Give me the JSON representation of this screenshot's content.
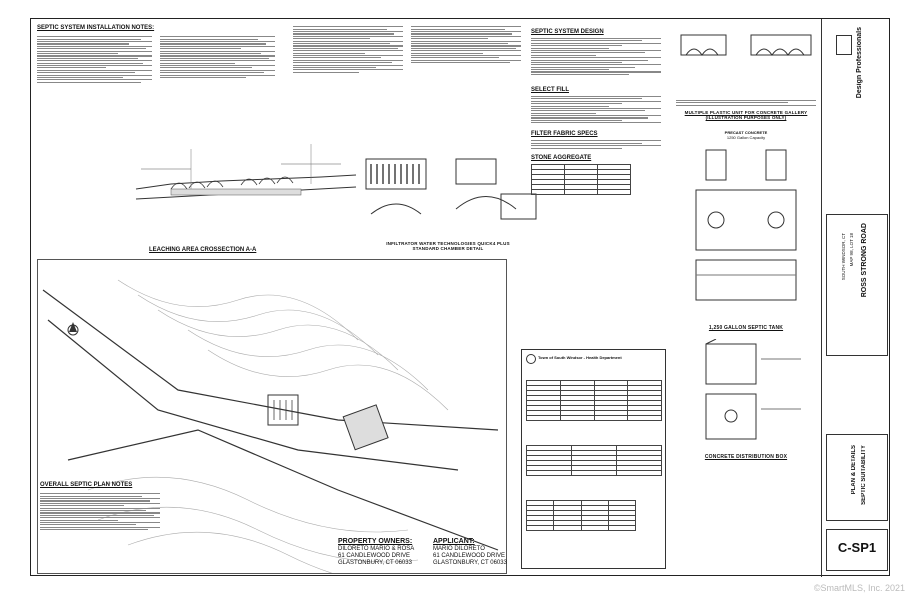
{
  "sheet": {
    "notes_install_title": "SEPTIC SYSTEM INSTALLATION NOTES:",
    "leaching_crosssection_title": "LEACHING AREA CROSSECTION A-A",
    "infiltrator_title": "INFILTRATOR WATER TECHNOLOGIES QUICK4 PLUS STANDARD CHAMBER DETAIL",
    "septic_design_title": "SEPTIC SYSTEM DESIGN",
    "select_fill_title": "SELECT FILL",
    "filter_fabric_title": "FILTER FABRIC SPECS",
    "stone_aggregate_title": "STONE AGGREGATE",
    "overall_notes_title": "OVERALL SEPTIC PLAN NOTES",
    "gallery_title": "MULTIPLE PLASTIC UNIT FOR CONCRETE GALLERY (ILLUSTRATION PURPOSES ONLY)",
    "precast_title": "PRECAST CONCRETE",
    "precast_sub": "1250 Gallon Capacity",
    "septic_tank_title": "1,250 GALLON SEPTIC TANK",
    "distribution_box_title": "CONCRETE DISTRIBUTION BOX",
    "health_dept": "Town of South Windsor - Health Department",
    "property_owners_label": "PROPERTY OWNERS:",
    "property_owners_name": "DILORETO MARIO & ROSA",
    "property_owners_addr1": "61 CANDLEWOOD DRIVE",
    "property_owners_addr2": "GLASTONBURY, CT 06033",
    "applicant_label": "APPLICANT:",
    "applicant_name": "MARIO DILORETO",
    "applicant_addr1": "61 CANDLEWOOD DRIVE",
    "applicant_addr2": "GLASTONBURY, CT 06033",
    "project_name": "ROSS STRONG ROAD",
    "project_sub1": "MAP 98, LOT 18",
    "project_sub2": "SOUTH WINDSOR, CT",
    "sheet_title1": "SEPTIC SUITABILITY",
    "sheet_title2": "PLAN & DETAILS",
    "sheet_number": "C-SP1",
    "firm_name": "Design Professionals",
    "watermark": "©SmartMLS, Inc. 2021"
  }
}
